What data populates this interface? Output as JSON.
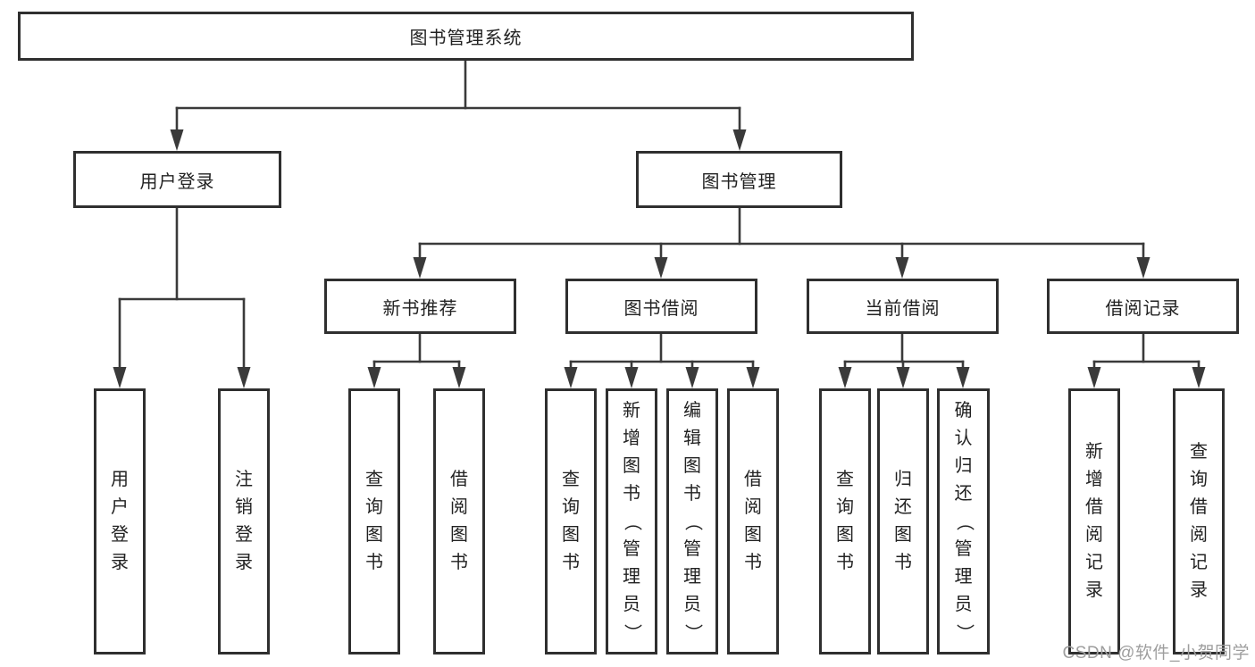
{
  "diagram": {
    "title": "图书管理系统",
    "nodes": {
      "root": {
        "label": "图书管理系统"
      },
      "user_login": {
        "label": "用户登录"
      },
      "book_mgmt": {
        "label": "图书管理"
      },
      "new_book_rec": {
        "label": "新书推荐"
      },
      "book_borrow": {
        "label": "图书借阅"
      },
      "current_borrow": {
        "label": "当前借阅"
      },
      "borrow_record": {
        "label": "借阅记录"
      },
      "leaf_user_login": {
        "label": "用户登录"
      },
      "leaf_logout": {
        "label": "注销登录"
      },
      "leaf_rec_search_book": {
        "label": "查询图书"
      },
      "leaf_rec_borrow_book": {
        "label": "借阅图书"
      },
      "leaf_bb_search_book": {
        "label": "查询图书"
      },
      "leaf_bb_add_book": {
        "label": "新增图书（管理员）"
      },
      "leaf_bb_edit_book": {
        "label": "编辑图书（管理员）"
      },
      "leaf_bb_borrow_book": {
        "label": "借阅图书"
      },
      "leaf_cb_search_book": {
        "label": "查询图书"
      },
      "leaf_cb_return_book": {
        "label": "归还图书"
      },
      "leaf_cb_confirm_return": {
        "label": "确认归还（管理员）"
      },
      "leaf_br_add_record": {
        "label": "新增借阅记录"
      },
      "leaf_br_search_record": {
        "label": "查询借阅记录"
      }
    }
  },
  "watermark": {
    "text": "CSDN @软件_小贺同学"
  },
  "colors": {
    "line": "#3a3a3a",
    "border": "#2f2f2f",
    "text": "#222222",
    "watermark": "#9e9e9e",
    "background": "#ffffff"
  }
}
